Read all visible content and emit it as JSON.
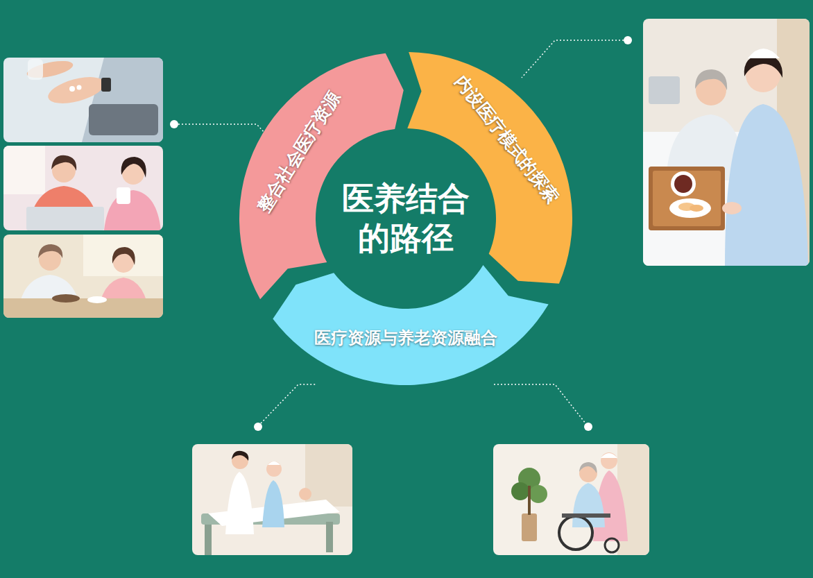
{
  "diagram": {
    "title": "医养结合 的路径",
    "nodes": [
      {
        "text": [
          "整合社会医疗资源"
        ]
      },
      {
        "text": [
          "内设医疗模式的探索"
        ]
      },
      {
        "text": [
          "医疗资源与养老资源融合"
        ]
      }
    ]
  }
}
